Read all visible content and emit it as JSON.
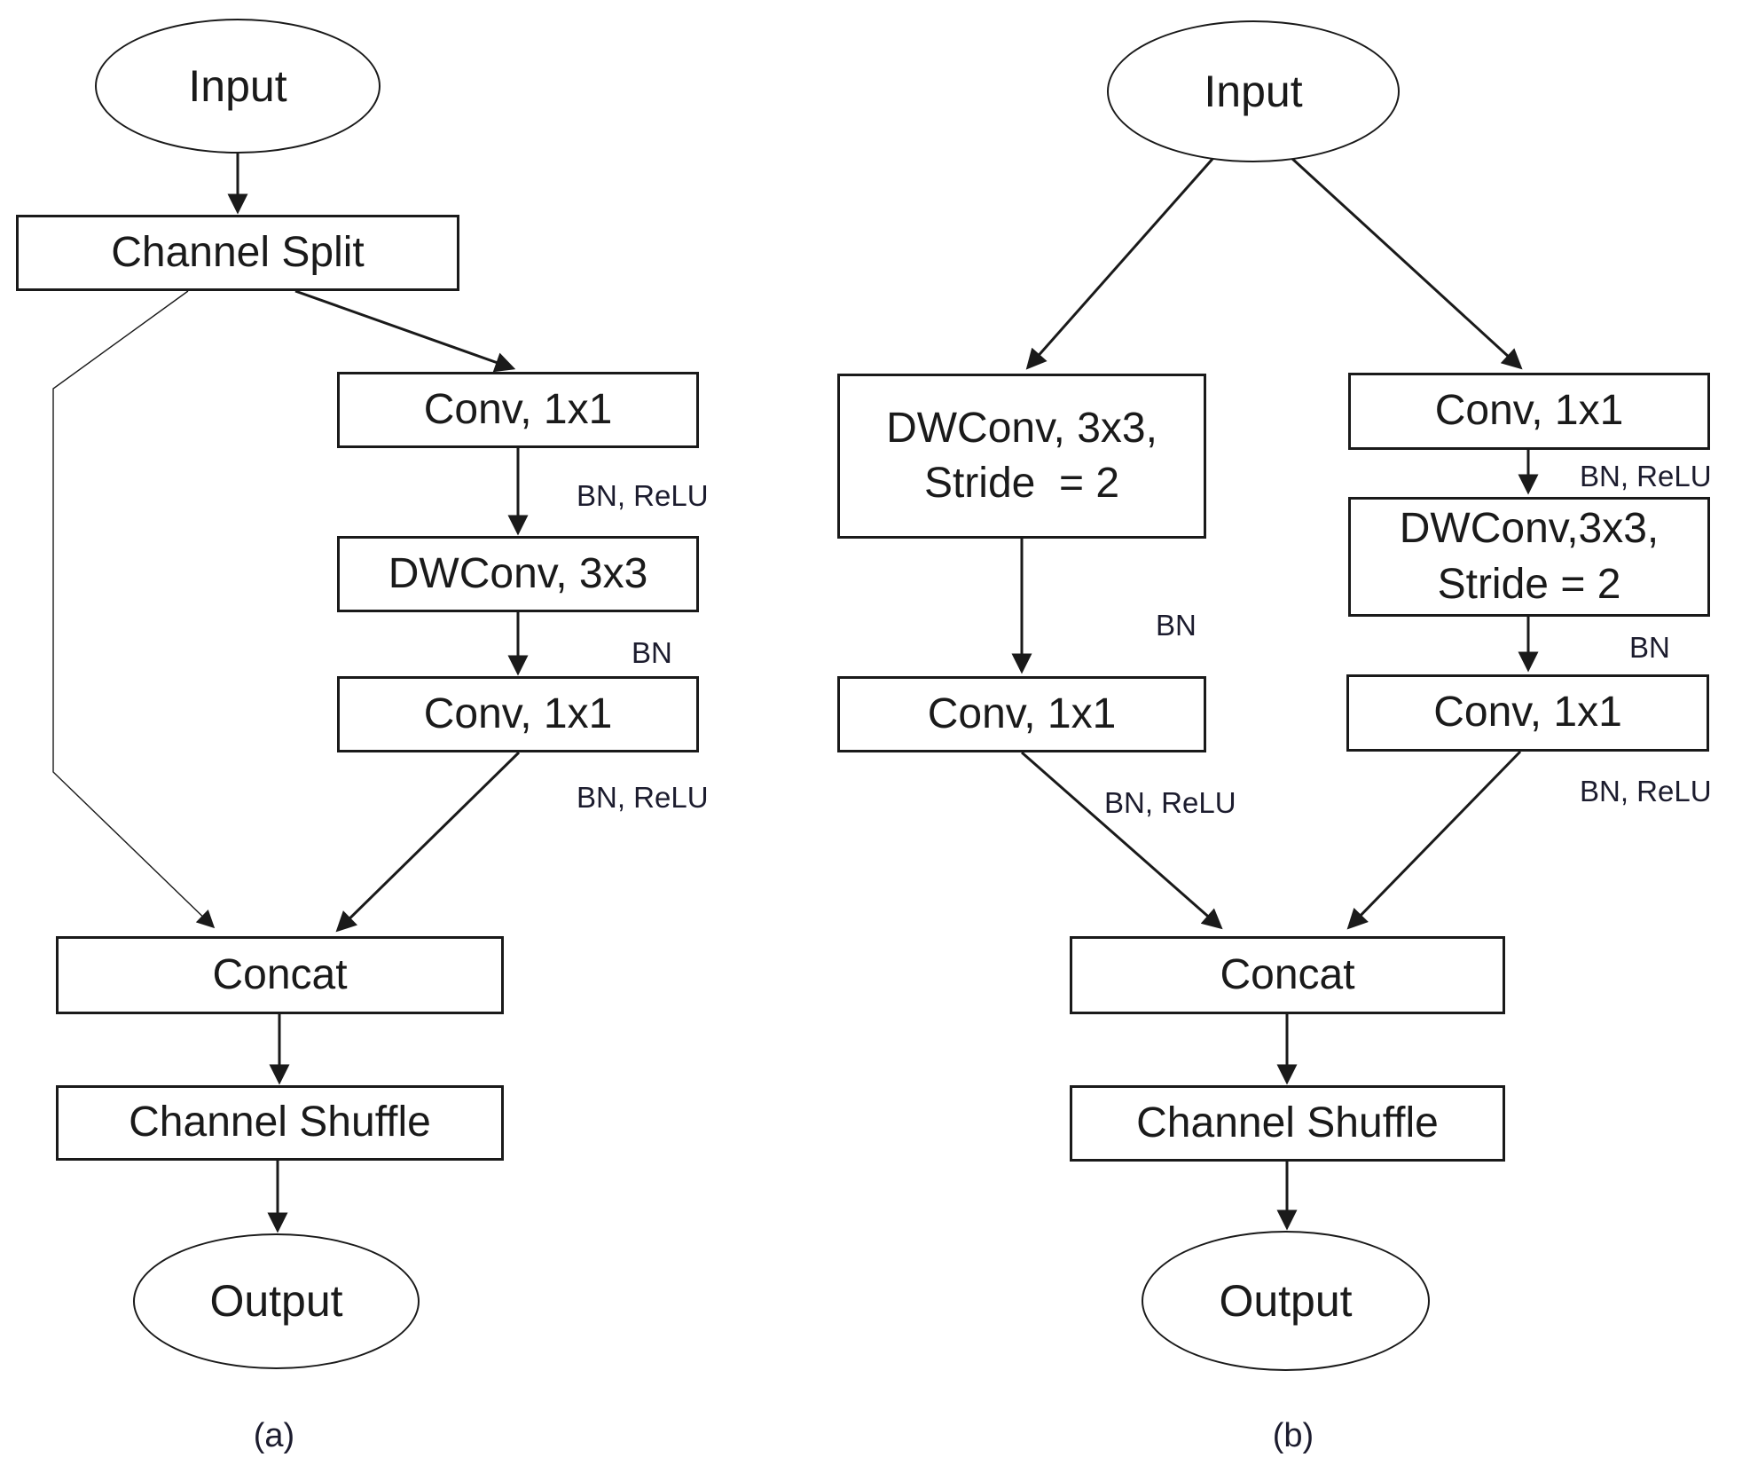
{
  "diagram_a": {
    "caption": "(a)",
    "input_label": "Input",
    "channel_split_label": "Channel Split",
    "conv1_label": "Conv, 1x1",
    "conv1_note": "BN, ReLU",
    "dwconv_label": "DWConv, 3x3",
    "dwconv_note": "BN",
    "conv2_label": "Conv, 1x1",
    "conv2_note": "BN, ReLU",
    "concat_label": "Concat",
    "channel_shuffle_label": "Channel Shuffle",
    "output_label": "Output"
  },
  "diagram_b": {
    "caption": "(b)",
    "input_label": "Input",
    "left_branch": {
      "dwconv_line1": "DWConv, 3x3,",
      "dwconv_line2": "Stride  = 2",
      "dwconv_note": "BN",
      "conv_label": "Conv, 1x1",
      "conv_note": "BN, ReLU"
    },
    "right_branch": {
      "conv1_label": "Conv, 1x1",
      "conv1_note": "BN, ReLU",
      "dwconv_line1": "DWConv,3x3,",
      "dwconv_line2": "Stride = 2",
      "dwconv_note": "BN",
      "conv2_label": "Conv, 1x1",
      "conv2_note": "BN, ReLU"
    },
    "concat_label": "Concat",
    "channel_shuffle_label": "Channel Shuffle",
    "output_label": "Output"
  },
  "colors": {
    "stroke": "#1a1a1a",
    "text": "#1c1c2e",
    "background": "#ffffff"
  }
}
